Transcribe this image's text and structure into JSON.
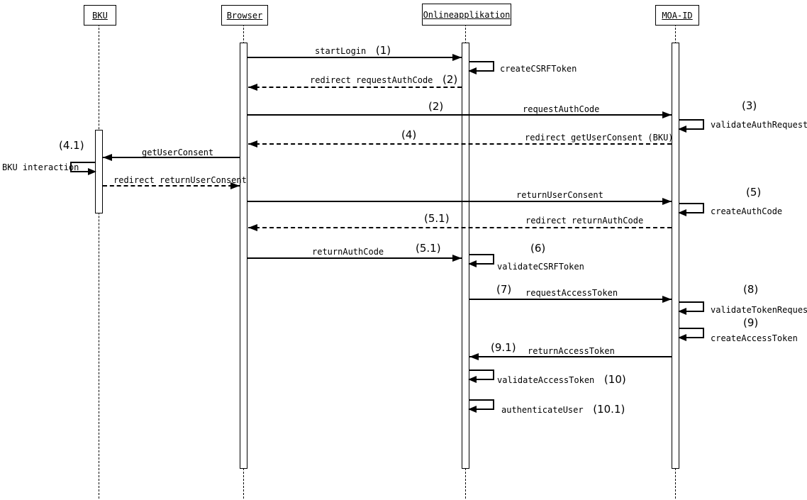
{
  "participants": {
    "bku": "BKU",
    "browser": "Browser",
    "onlineapp": "Onlineapplikation",
    "moaid": "MOA-ID"
  },
  "messages": {
    "start_login": "startLogin",
    "create_csrf_token": "createCSRFToken",
    "redirect_request_auth_code": "redirect requestAuthCode",
    "request_auth_code": "requestAuthCode",
    "validate_auth_request": "validateAuthRequest",
    "redirect_get_user_consent": "redirect getUserConsent (BKU)",
    "get_user_consent": "getUserConsent",
    "bku_interaction": "BKU interaction",
    "redirect_return_user_consent": "redirect returnUserConsent",
    "return_user_consent": "returnUserConsent",
    "create_auth_code": "createAuthCode",
    "redirect_return_auth_code": "redirect returnAuthCode",
    "return_auth_code": "returnAuthCode",
    "validate_csrf_token": "validateCSRFToken",
    "request_access_token": "requestAccessToken",
    "validate_token_request": "validateTokenRequest",
    "create_access_token": "createAccessToken",
    "return_access_token": "returnAccessToken",
    "validate_access_token": "validateAccessToken",
    "authenticate_user": "authenticateUser"
  },
  "step_numbers": {
    "n1": "(1)",
    "n2": "(2)",
    "n3": "(3)",
    "n4": "(4)",
    "n41": "(4.1)",
    "n5": "(5)",
    "n51": "(5.1)",
    "n6": "(6)",
    "n7": "(7)",
    "n8": "(8)",
    "n9": "(9)",
    "n91": "(9.1)",
    "n10": "(10)",
    "n101": "(10.1)"
  }
}
